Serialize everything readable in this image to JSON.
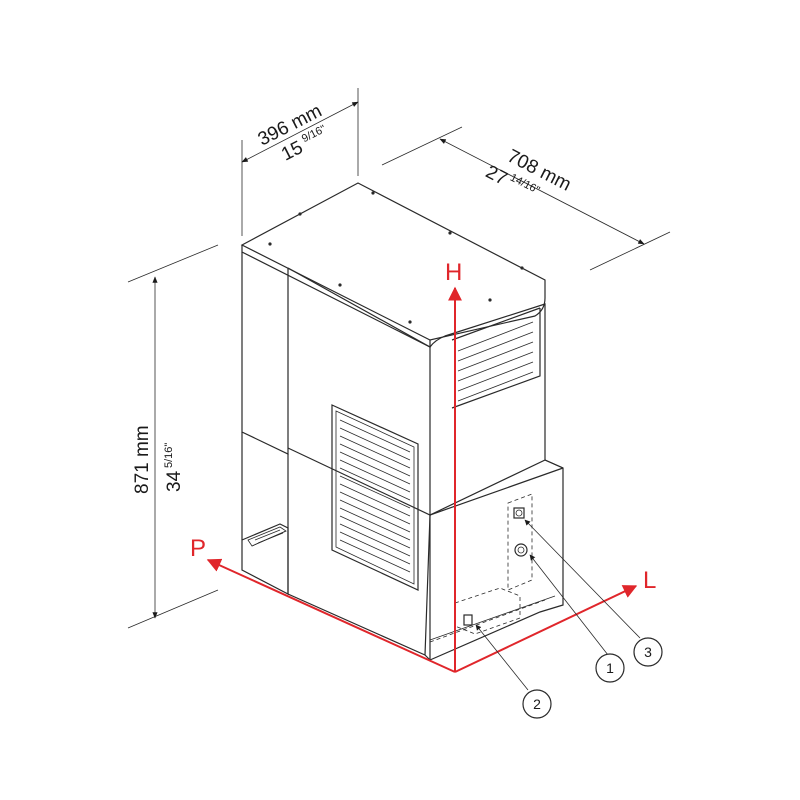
{
  "colors": {
    "axis": "#e0262b",
    "line": "#2a2a2a",
    "background": "#ffffff"
  },
  "dimensions": {
    "depth": {
      "mm": "396 mm",
      "inch_whole": "15",
      "inch_fraction": "9/16\""
    },
    "width": {
      "mm": "708 mm",
      "inch_whole": "27",
      "inch_fraction": "14/16\""
    },
    "height": {
      "mm": "871 mm",
      "inch_whole": "34",
      "inch_fraction": "5/16\""
    }
  },
  "axes": {
    "height": "H",
    "depth": "P",
    "length": "L"
  },
  "callouts": [
    "1",
    "2",
    "3"
  ]
}
